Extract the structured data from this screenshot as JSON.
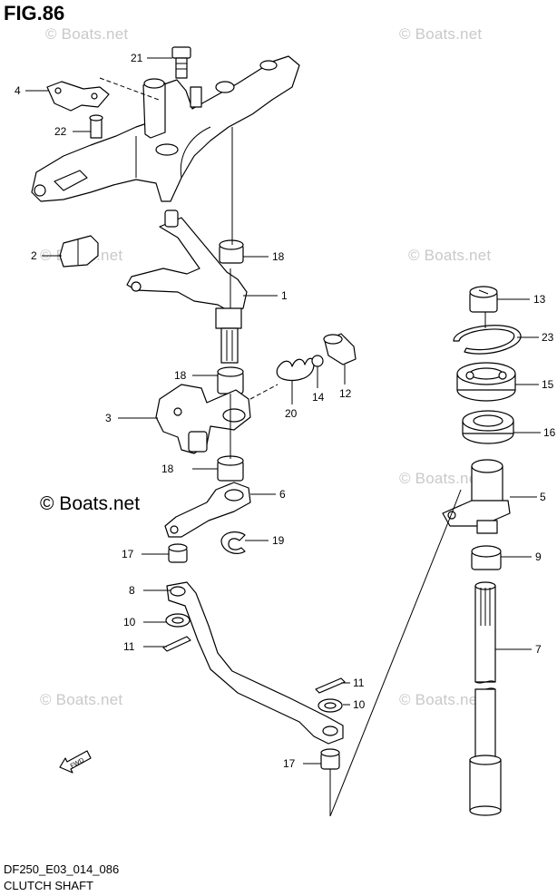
{
  "figure": {
    "title": "FIG.86",
    "code": "DF250_E03_014_086",
    "name": "CLUTCH SHAFT"
  },
  "watermark": {
    "text": "© Boats.net",
    "main_text": "© Boats.net"
  },
  "callouts": [
    "21",
    "4",
    "22",
    "2",
    "18",
    "1",
    "13",
    "23",
    "15",
    "16",
    "5",
    "9",
    "7",
    "18",
    "3",
    "14",
    "12",
    "20",
    "18",
    "6",
    "19",
    "17",
    "8",
    "10",
    "11",
    "11",
    "10",
    "17"
  ],
  "fwd_label": "FWD"
}
